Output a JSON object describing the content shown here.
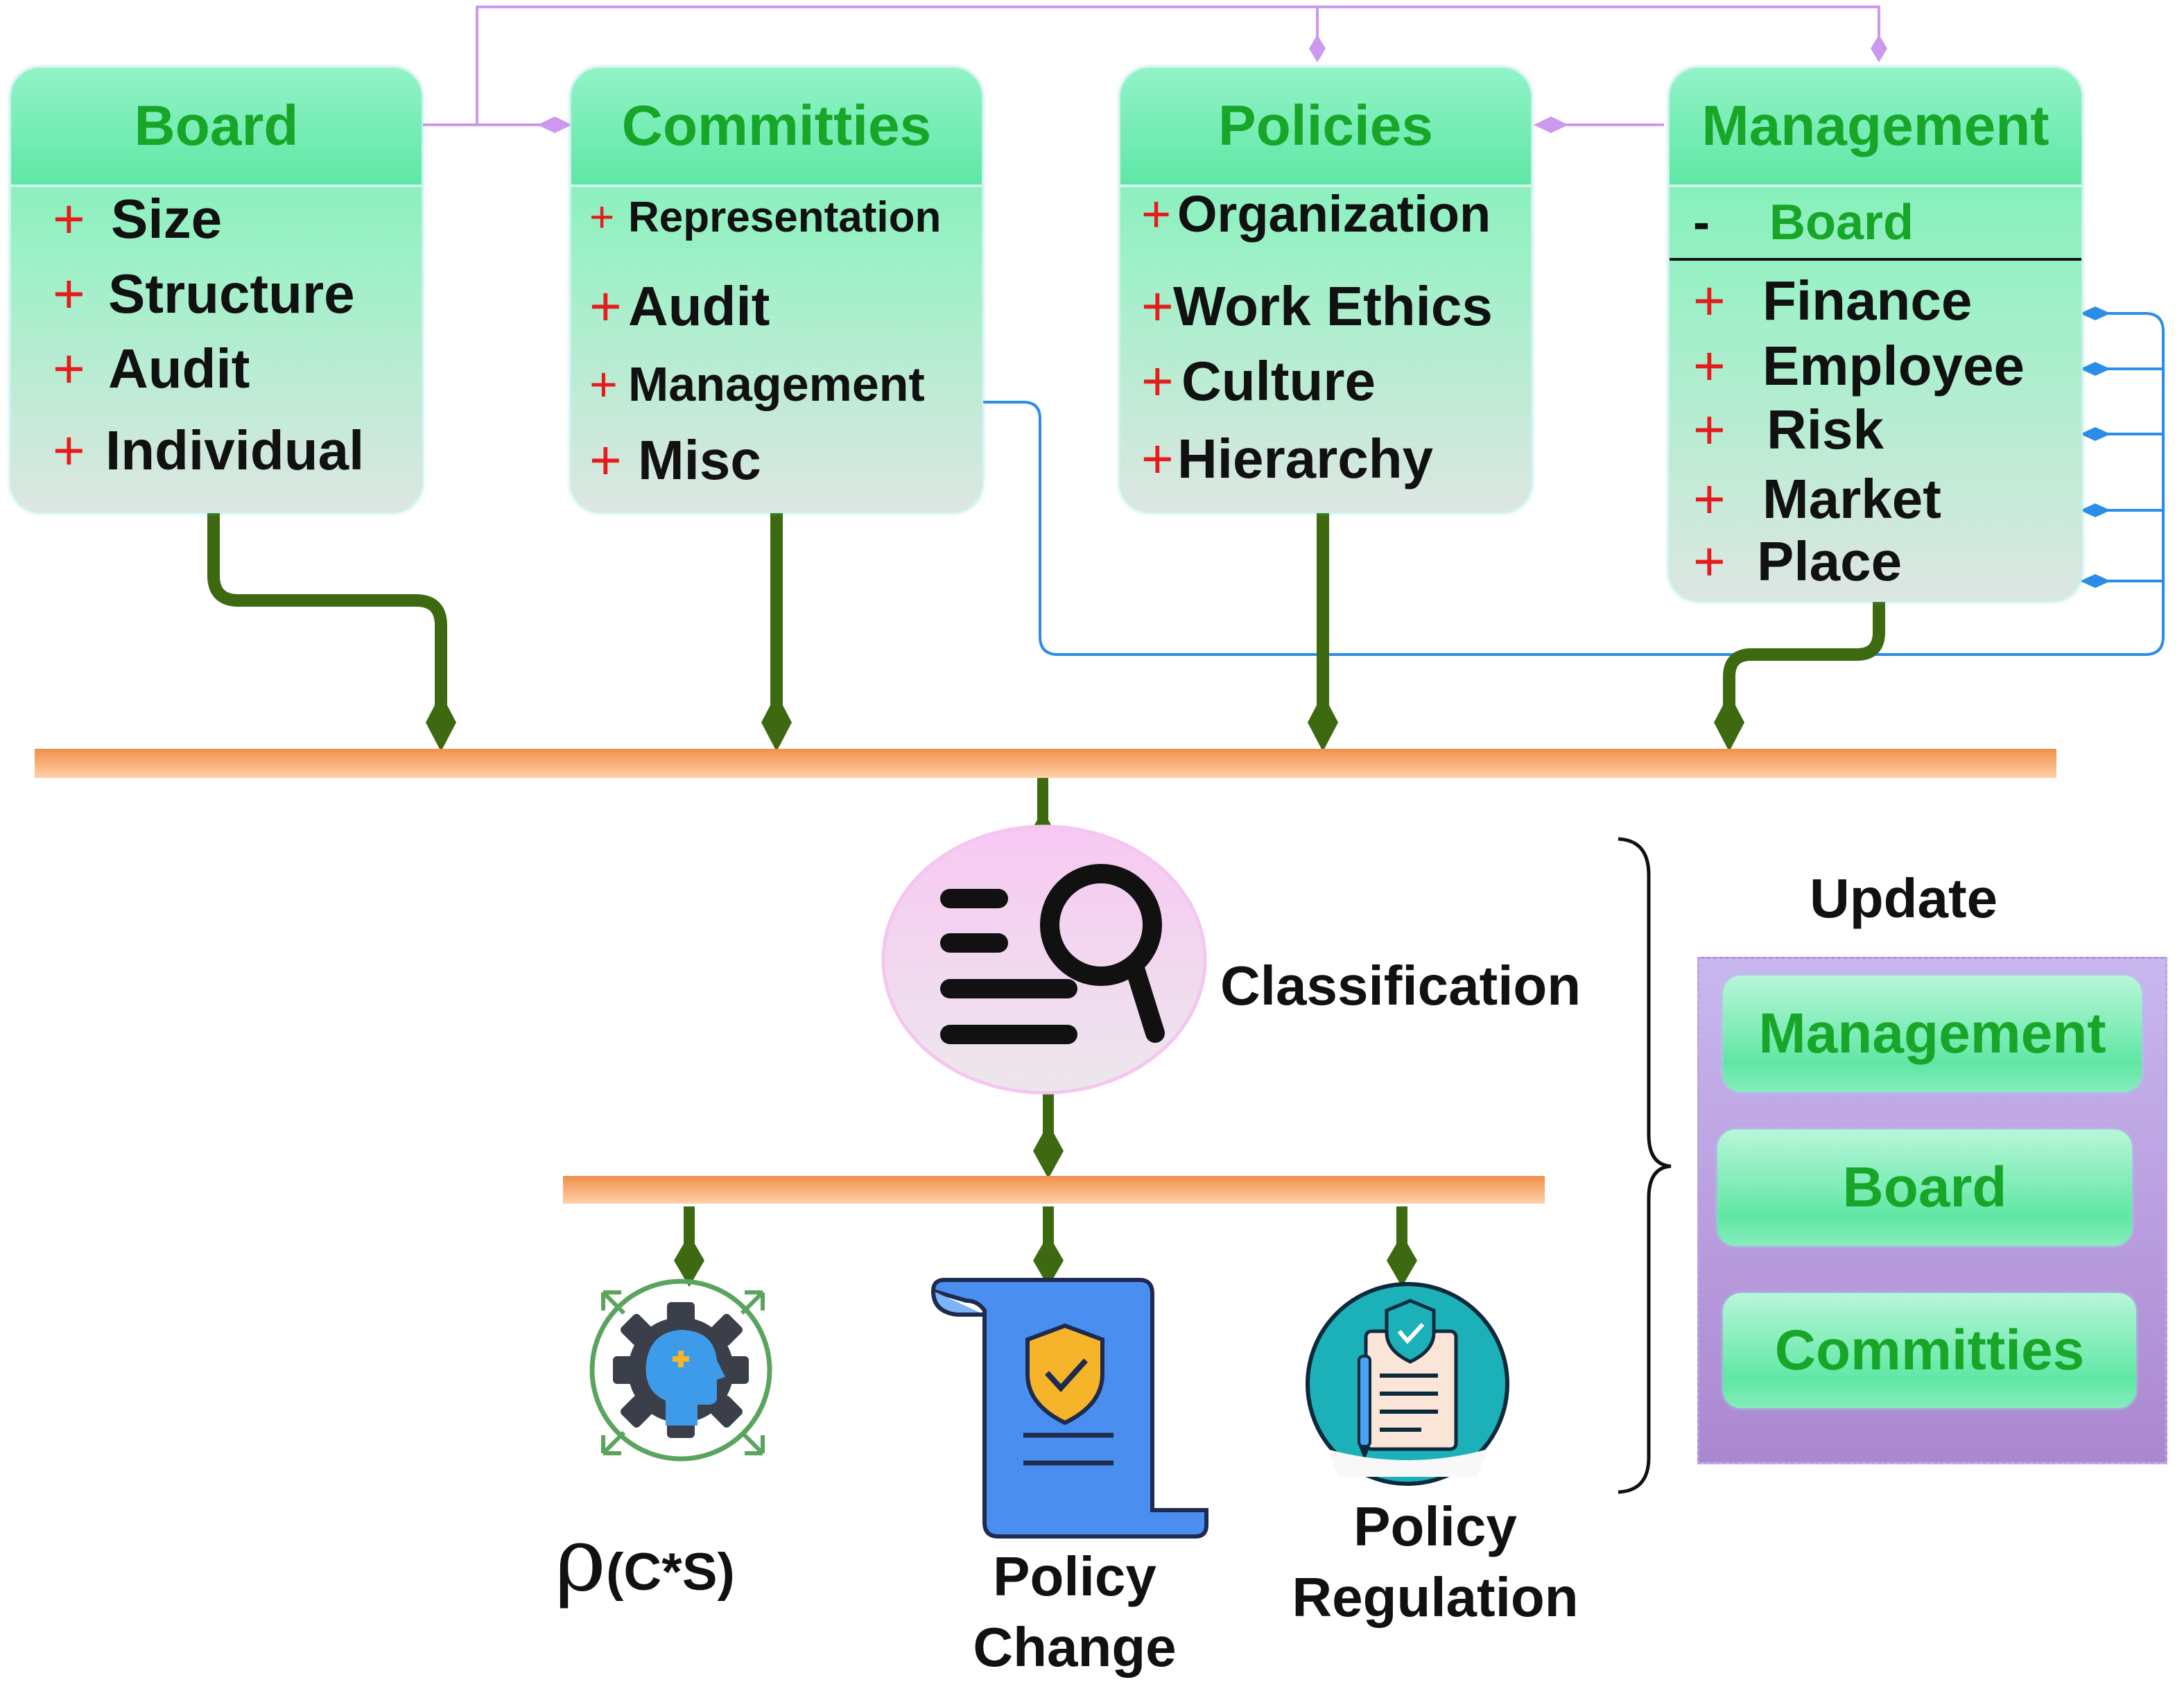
{
  "boxes": {
    "board": {
      "title": "Board",
      "attrs": [
        "Size",
        "Structure",
        "Audit",
        "Individual"
      ]
    },
    "committies": {
      "title": "Committies",
      "attrs": [
        "Representation",
        "Audit",
        "Management",
        "Misc"
      ]
    },
    "policies": {
      "title": "Policies",
      "attrs": [
        "Organization",
        "Work Ethics",
        "Culture",
        "Hierarchy"
      ]
    },
    "management": {
      "title": "Management",
      "board_label": "Board",
      "attrs": [
        "Finance",
        "Employee",
        "Risk",
        "Market",
        "Place"
      ]
    }
  },
  "symbols": {
    "plus": "+",
    "minus": "-"
  },
  "classification": {
    "label": "Classification",
    "icon": "document-search-icon"
  },
  "outputs": {
    "rho": {
      "symbol": "ρ",
      "text": "(C*S)",
      "icon": "gear-head-icon"
    },
    "policy_change": {
      "line1": "Policy",
      "line2": "Change",
      "icon": "shield-scroll-icon"
    },
    "policy_regulation": {
      "line1": "Policy",
      "line2": "Regulation",
      "icon": "regulation-document-icon"
    }
  },
  "update": {
    "title": "Update",
    "items": [
      "Management",
      "Board",
      "Committies"
    ]
  },
  "colors": {
    "class_title": "#18a629",
    "plus": "#e61b1b",
    "connector_green": "#3d6a10",
    "bus_orange": "#f3a35f",
    "link_purple": "#cc99ee",
    "link_blue": "#2b8de8"
  }
}
